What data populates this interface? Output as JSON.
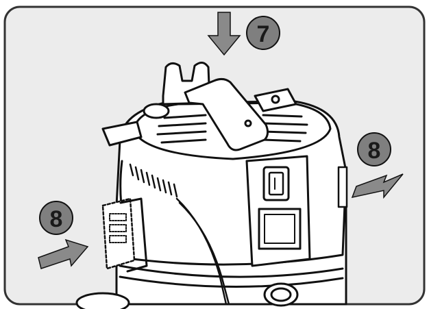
{
  "steps": [
    {
      "id": "step-7",
      "label": "7",
      "arrow_direction": "down"
    },
    {
      "id": "step-8-right",
      "label": "8",
      "arrow_direction": "left"
    },
    {
      "id": "step-8-left",
      "label": "8",
      "arrow_direction": "right"
    }
  ],
  "colors": {
    "panel_fill": "#ececec",
    "panel_stroke": "#333333",
    "arrow_fill": "#8a8a8a",
    "badge_fill": "#7f7f7f",
    "line": "#111111",
    "body_fill": "#ffffff"
  },
  "icons": {
    "power_switch": "power-switch-icon",
    "filter_window": "filter-window-icon"
  }
}
